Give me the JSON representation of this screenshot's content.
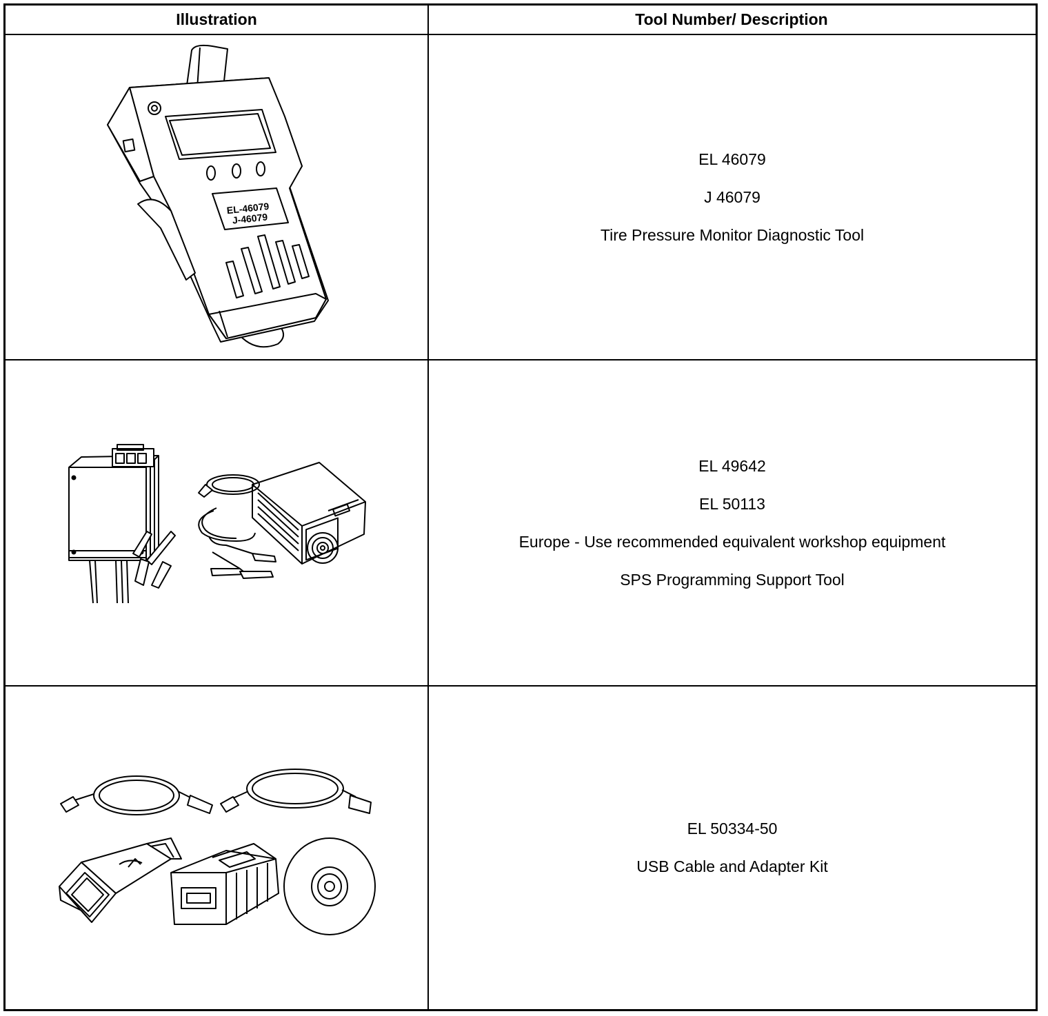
{
  "header": {
    "col1": "Illustration",
    "col2": "Tool Number/ Description"
  },
  "rows": [
    {
      "illustration_icon": "tpms-diagnostic-tool-icon",
      "illustration_text": [
        "EL-46079",
        "J-46079"
      ],
      "lines": [
        "EL 46079",
        "J 46079",
        "Tire Pressure Monitor Diagnostic Tool"
      ]
    },
    {
      "illustration_icon": "programming-support-tool-icon",
      "lines": [
        "EL 49642",
        "EL 50113",
        "Europe - Use recommended equivalent workshop equipment",
        "SPS Programming Support Tool"
      ]
    },
    {
      "illustration_icon": "usb-cable-adapter-kit-icon",
      "lines": [
        "EL 50334-50",
        "USB Cable and Adapter Kit"
      ]
    }
  ]
}
